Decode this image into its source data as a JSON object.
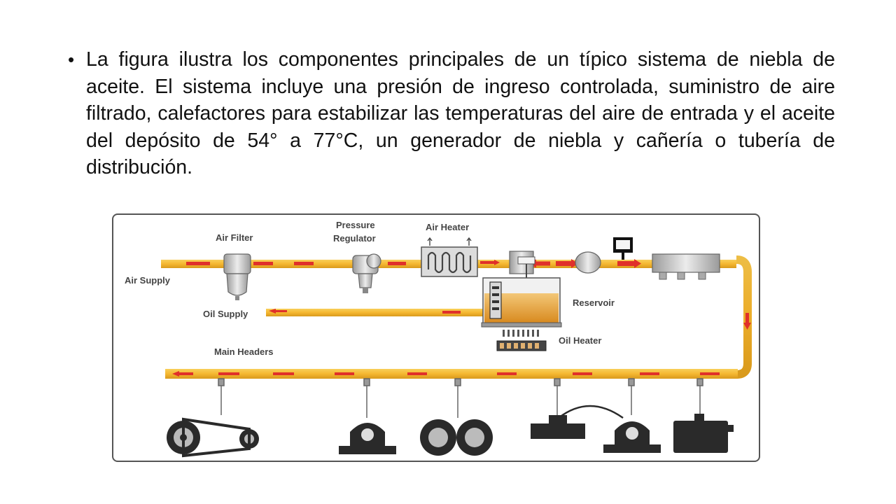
{
  "bullet": {
    "text": "La figura  ilustra los componentes principales de un típico sistema de niebla de aceite. El sistema incluye una presión de ingreso controlada, suministro de aire filtrado, calefactores para estabilizar las temperaturas del aire de entrada y el aceite del depósito de 54° a 77°C, un generador de niebla y cañería o tubería de distribución."
  },
  "diagram": {
    "labels": {
      "air_supply": "Air Supply",
      "air_filter": "Air Filter",
      "pressure_regulator_1": "Pressure",
      "pressure_regulator_2": "Regulator",
      "air_heater": "Air Heater",
      "oil_supply": "Oil Supply",
      "reservoir": "Reservoir",
      "oil_heater": "Oil Heater",
      "main_headers": "Main Headers"
    },
    "colors": {
      "pipe": "#f5b731",
      "pipe_edge": "#d99a1c",
      "flow_arrow": "#e0302a",
      "oil": "#e8a43a",
      "equipment": "#2a2a2a"
    }
  }
}
